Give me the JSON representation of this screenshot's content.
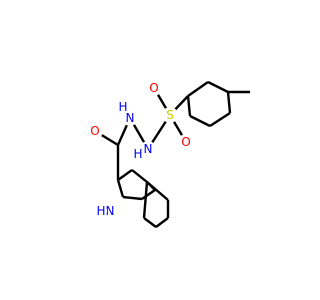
{
  "molecule": {
    "atoms": [
      {
        "id": "o_carbonyl",
        "label": "O",
        "color": "#ff0000"
      },
      {
        "id": "n_hydrazide_1",
        "label": "N",
        "color": "#0000ff"
      },
      {
        "id": "h_hydrazide_1",
        "label": "H",
        "color": "#0000ff"
      },
      {
        "id": "n_hydrazide_2",
        "label": "N",
        "color": "#0000ff"
      },
      {
        "id": "h_hydrazide_2",
        "label": "H",
        "color": "#0000ff"
      },
      {
        "id": "s_sulfonyl",
        "label": "S",
        "color": "#cccc00"
      },
      {
        "id": "o_sulfonyl_top",
        "label": "O",
        "color": "#ff0000"
      },
      {
        "id": "o_sulfonyl_bottom",
        "label": "O",
        "color": "#ff0000"
      },
      {
        "id": "n_indole",
        "label": "N",
        "color": "#0000ff"
      },
      {
        "id": "h_indole",
        "label": "H",
        "color": "#0000ff"
      }
    ],
    "bond_color": "#000000"
  }
}
